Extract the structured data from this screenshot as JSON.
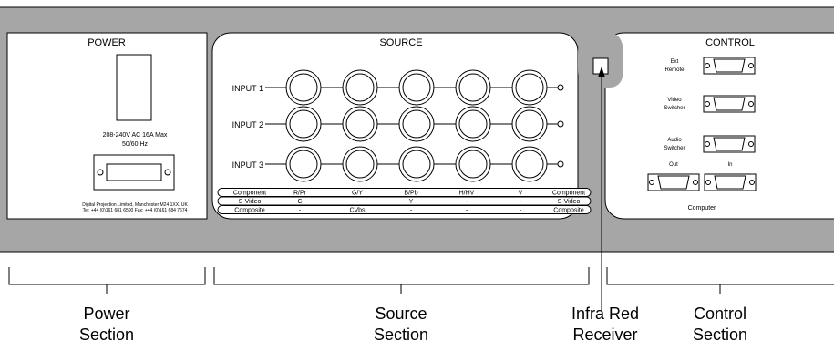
{
  "power": {
    "title": "POWER",
    "rating_line1": "208-240V AC 16A Max",
    "rating_line2": "50/60 Hz",
    "maker_line1": "Digital Projection Limited, Manchester M24 1XX. UK",
    "maker_line2": "Tel: +44 (0)161 681 6500 Fax: +44 (0)161 684 7674"
  },
  "source": {
    "title": "SOURCE",
    "inputs": [
      "INPUT 1",
      "INPUT 2",
      "INPUT 3"
    ],
    "table": [
      [
        "Component",
        "R/Pr",
        "G/Y",
        "B/Pb",
        "H/HV",
        "V",
        "Component"
      ],
      [
        "S-Video",
        "C",
        "-",
        "Y",
        "-",
        "-",
        "S-Video"
      ],
      [
        "Composite",
        "-",
        "CVbs",
        "-",
        "-",
        "-",
        "Composite"
      ]
    ]
  },
  "control": {
    "title": "CONTROL",
    "ports": [
      {
        "line1": "Ext",
        "line2": "Remote"
      },
      {
        "line1": "Video",
        "line2": "Switcher"
      },
      {
        "line1": "Audio",
        "line2": "Switcher"
      }
    ],
    "out_label": "Out",
    "in_label": "In",
    "computer_label": "Computer"
  },
  "callouts": [
    {
      "line1": "Power",
      "line2": "Section"
    },
    {
      "line1": "Source",
      "line2": "Section"
    },
    {
      "line1": "Infra Red",
      "line2": "Receiver"
    },
    {
      "line1": "Control",
      "line2": "Section"
    }
  ],
  "colors": {
    "panel": "#a6a6a6",
    "section": "#ffffff",
    "outline": "#000000"
  }
}
